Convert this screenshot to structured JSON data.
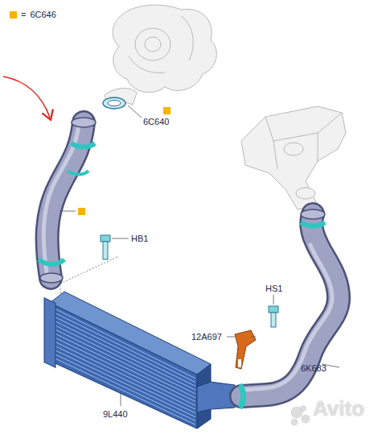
{
  "diagram": {
    "labels": [
      "=",
      "6C640",
      "HB1",
      "HS1",
      "12A697",
      "6K683",
      "9L440",
      "Avito"
    ],
    "legend": [
      {
        "text": "6C646",
        "color": "#f4b400"
      }
    ]
  }
}
